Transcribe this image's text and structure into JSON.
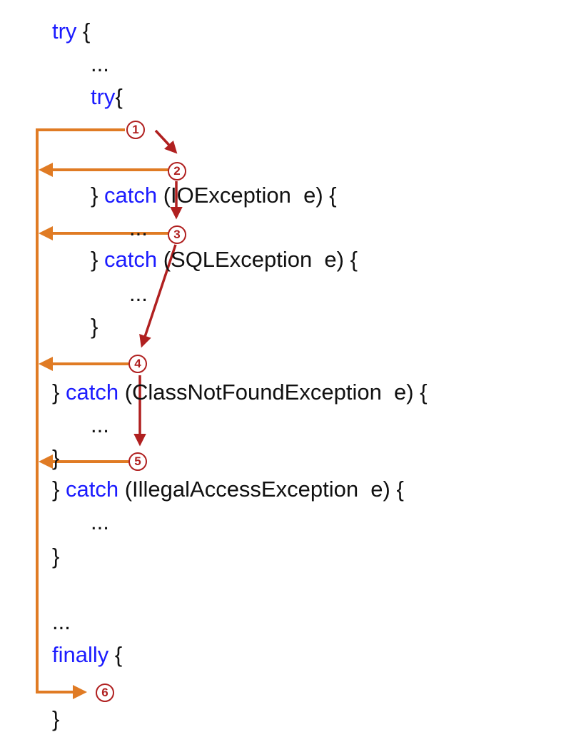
{
  "code": {
    "l1_kw": "try",
    "l1_rest": " {",
    "l2": "...",
    "l3_kw": "try",
    "l3_rest": "{",
    "l6_brace": "} ",
    "l6_kw": "catch",
    "l6_rest": " (IOException  e) {",
    "l7": "...",
    "l8_brace": "} ",
    "l8_kw": "catch",
    "l8_rest": " (SQLException  e) {",
    "l9": "...",
    "l10": "}",
    "l11_brace": "} ",
    "l11_kw": "catch",
    "l11_rest": " (ClassNotFoundException  e) {",
    "l12": "...",
    "l13": "}",
    "l14_brace": "} ",
    "l14_kw": "catch",
    "l14_rest": " (IllegalAccessException  e) {",
    "l15": "...",
    "l16": "}",
    "l17": "...",
    "l18_kw": "finally",
    "l18_rest": " {",
    "l19": "}"
  },
  "markers": [
    "1",
    "2",
    "3",
    "4",
    "5",
    "6"
  ],
  "colors": {
    "keyword": "#1c1cff",
    "text": "#111111",
    "throw_arrow": "#e07b24",
    "flow_arrow": "#b02020"
  }
}
